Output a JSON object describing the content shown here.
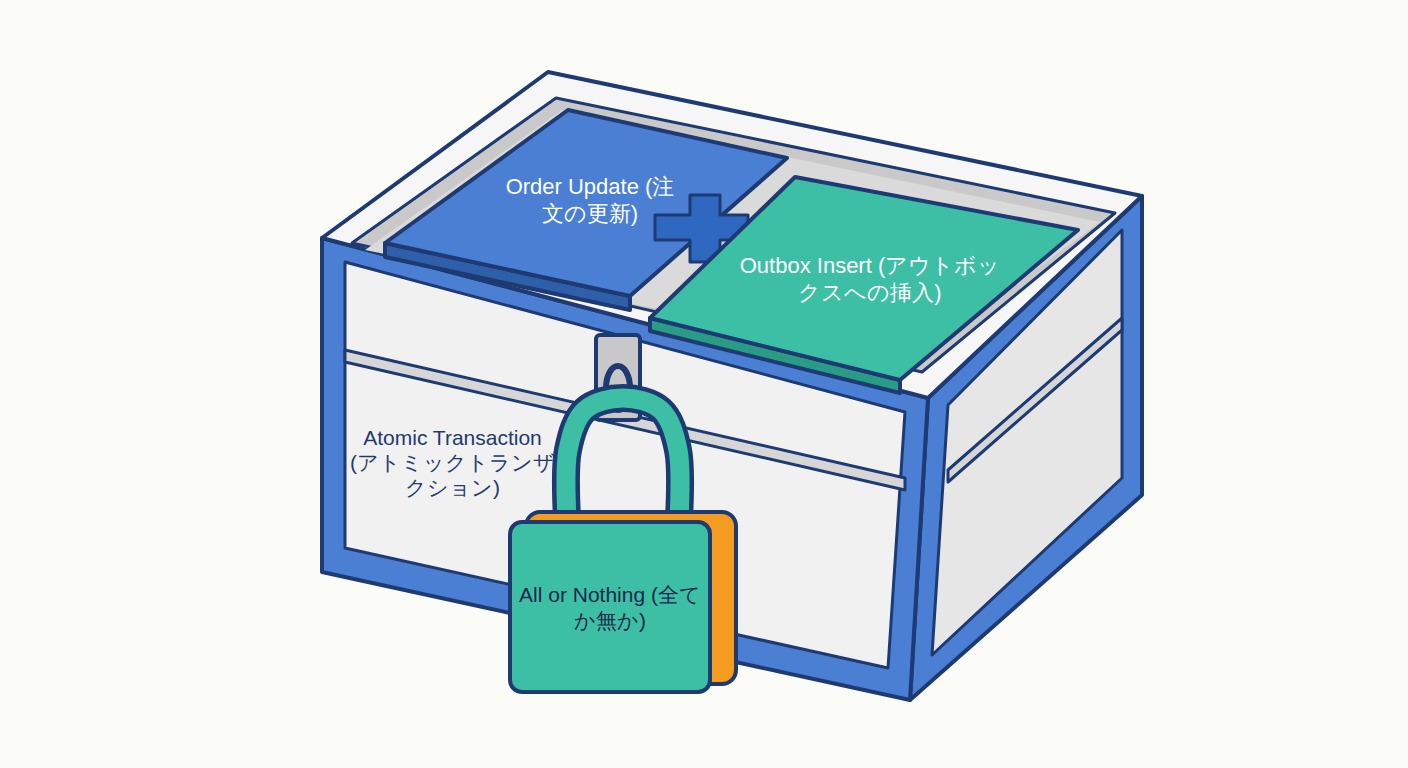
{
  "diagram": {
    "nodes": [
      {
        "text": [
          "Atomic Transaction (アトミックトランザクション)"
        ]
      },
      {
        "text": [
          "Order Update (注文の更新)"
        ],
        "in": 0
      },
      {
        "text": [
          "Outbox Insert (アウトボックスへの挿入)"
        ],
        "in": 0
      },
      {
        "text": [
          "All or Nothing (全てか無か)"
        ],
        "in": 0
      }
    ]
  }
}
